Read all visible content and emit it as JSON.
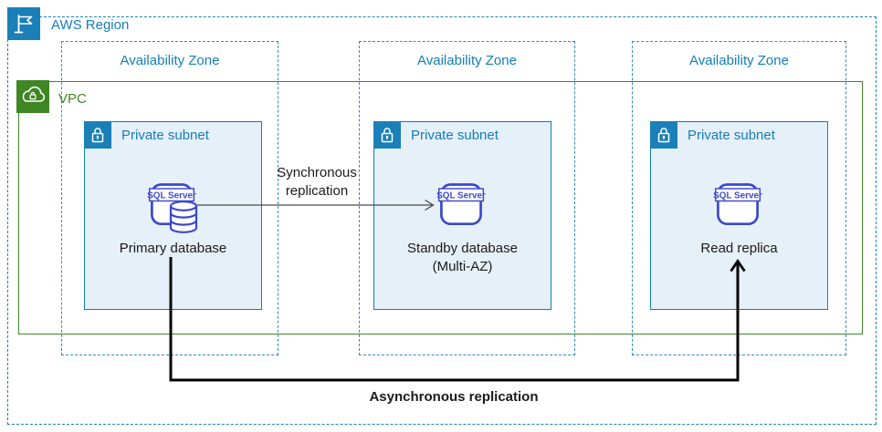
{
  "colors": {
    "region_border": "#1583BE",
    "az_blue": "#2E8BC5",
    "blue_text": "#147EBA",
    "icon_blue": "#1B7FB8",
    "vpc_green": "#3F8624",
    "subnet_border": "#0F7EAE",
    "subnet_fill": "#E6F0F8",
    "sql_indigo": "#3B48CC",
    "sync_arrow": "#4A4A4A",
    "async_arrow": "#000000",
    "node_text": "#1A1A1A"
  },
  "region": {
    "label": "AWS Region",
    "icon": "flag-icon"
  },
  "vpc": {
    "label": "VPC",
    "icon": "cloud-lock-icon"
  },
  "availability_zones": [
    {
      "label": "Availability Zone"
    },
    {
      "label": "Availability Zone"
    },
    {
      "label": "Availability Zone"
    }
  ],
  "subnets": [
    {
      "label": "Private subnet",
      "icon": "lock-icon",
      "node": {
        "type": "sql-server-database-instance",
        "badge": "SQL Server",
        "label": "Primary database"
      }
    },
    {
      "label": "Private subnet",
      "icon": "lock-icon",
      "node": {
        "type": "sql-server-instance",
        "badge": "SQL Server",
        "label_lines": [
          "Standby database",
          "(Multi-AZ)"
        ]
      }
    },
    {
      "label": "Private subnet",
      "icon": "lock-icon",
      "node": {
        "type": "sql-server-instance",
        "badge": "SQL Server",
        "label": "Read replica"
      }
    }
  ],
  "arrows": [
    {
      "name": "synchronous-replication",
      "label_lines": [
        "Synchronous",
        "replication"
      ],
      "from": "Primary database",
      "to": "Standby database (Multi-AZ)"
    },
    {
      "name": "asynchronous-replication",
      "label": "Asynchronous replication",
      "from": "Primary database",
      "to": "Read replica"
    }
  ]
}
